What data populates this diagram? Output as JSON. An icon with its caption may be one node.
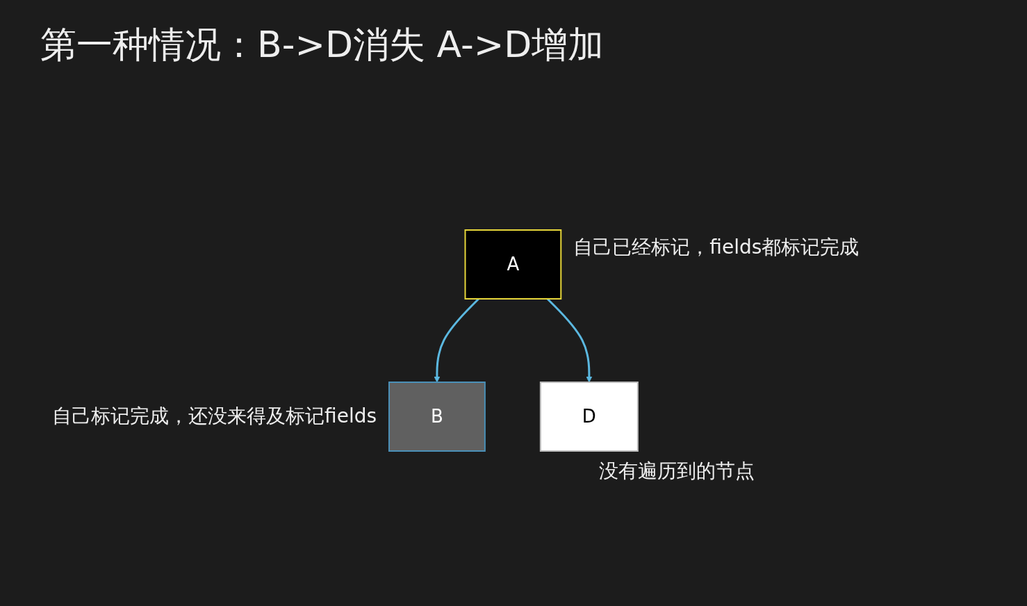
{
  "diagram": {
    "title": "第一种情况：B->D消失 A->D增加",
    "nodes": [
      {
        "text": [
          "A"
        ],
        "beside": [
          "自己已经标记，fields都标记完成"
        ]
      },
      {
        "text": [
          "B"
        ],
        "beside": [
          "自己标记完成，还没来得及标记fields"
        ]
      },
      {
        "text": [
          "D"
        ],
        "beside": [
          "没有遍历到的节点"
        ]
      }
    ],
    "edges": [
      {
        "from": 0,
        "to": 1,
        "arrow": "to"
      },
      {
        "from": 0,
        "to": 2,
        "arrow": "to"
      }
    ]
  }
}
